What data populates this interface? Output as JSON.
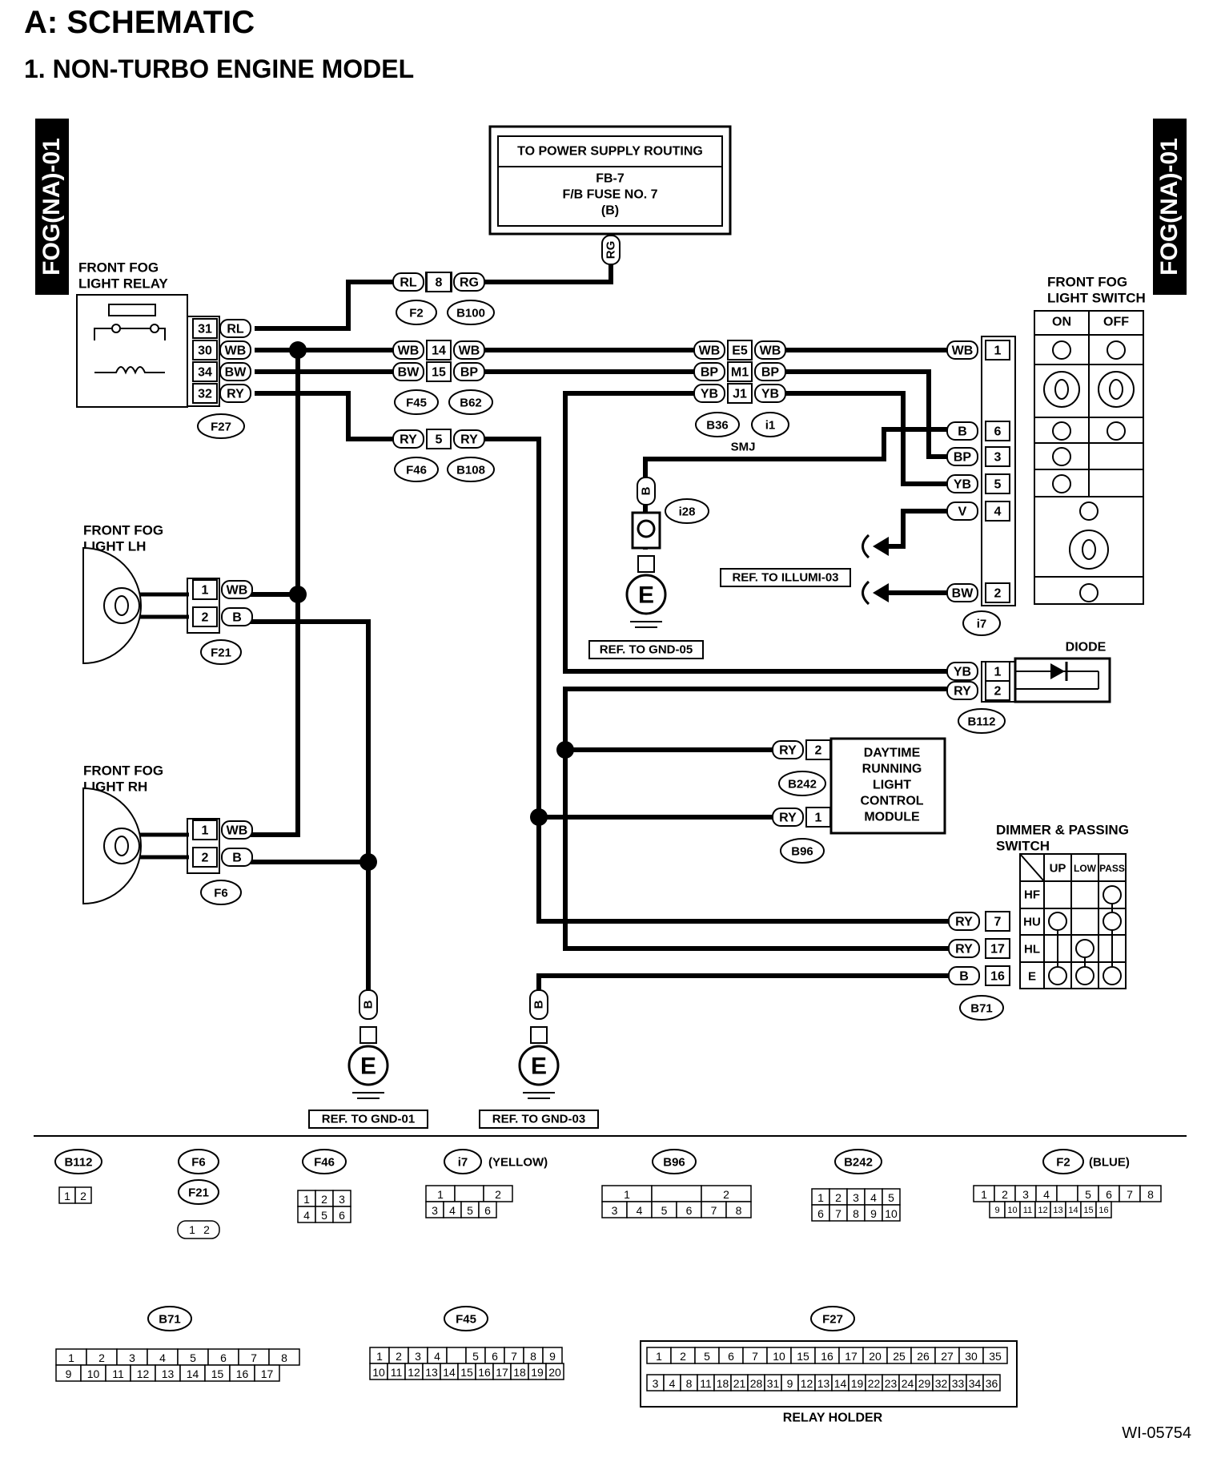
{
  "title": "A:  SCHEMATIC",
  "subtitle": "1.  NON-TURBO ENGINE MODEL",
  "page_tag": "FOG(NA)-01",
  "figure_code": "WI-05754",
  "power_box": {
    "heading": "TO POWER SUPPLY ROUTING",
    "line1": "FB-7",
    "line2": "F/B FUSE NO. 7",
    "line3": "(B)",
    "wire": "RG"
  },
  "components": {
    "relay": [
      "FRONT FOG",
      "LIGHT RELAY"
    ],
    "switch": [
      "FRONT FOG",
      "LIGHT SWITCH"
    ],
    "switch_cols": [
      "ON",
      "OFF"
    ],
    "lamp_lh": [
      "FRONT FOG",
      "LIGHT LH"
    ],
    "lamp_rh": [
      "FRONT FOG",
      "LIGHT RH"
    ],
    "diode": "DIODE",
    "drl": [
      "DAYTIME",
      "RUNNING",
      "LIGHT",
      "CONTROL",
      "MODULE"
    ],
    "dimmer": [
      "DIMMER & PASSING",
      "SWITCH"
    ],
    "dimmer_cols": [
      "UP",
      "LOW",
      "PASS"
    ],
    "dimmer_rows": [
      "HF",
      "HU",
      "HL",
      "E"
    ],
    "smj": "SMJ",
    "relay_holder": "RELAY HOLDER"
  },
  "refs": {
    "illumi": "REF. TO ILLUMI-03",
    "gnd05": "REF. TO GND-05",
    "gnd01": "REF. TO GND-01",
    "gnd03": "REF. TO GND-03",
    "ground_symbol": "E"
  },
  "relay_pins": [
    {
      "pin": "31",
      "wire": "RL"
    },
    {
      "pin": "30",
      "wire": "WB"
    },
    {
      "pin": "34",
      "wire": "BW"
    },
    {
      "pin": "32",
      "wire": "RY"
    }
  ],
  "connector_ids": {
    "F27": "F27",
    "F2": "F2",
    "B100": "B100",
    "F45": "F45",
    "B62": "B62",
    "F46": "F46",
    "B108": "B108",
    "B36": "B36",
    "i1": "i1",
    "i28": "i28",
    "i7": "i7",
    "F21": "F21",
    "F6": "F6",
    "B112": "B112",
    "B242": "B242",
    "B96": "B96",
    "B71": "B71"
  },
  "splices": [
    {
      "left": "RL",
      "pin": "8",
      "right": "RG"
    },
    {
      "left": "WB",
      "pin": "14",
      "right": "WB"
    },
    {
      "left": "BW",
      "pin": "15",
      "right": "BP"
    },
    {
      "left": "RY",
      "pin": "5",
      "right": "RY"
    },
    {
      "left": "WB",
      "pin": "E5",
      "right": "WB"
    },
    {
      "left": "BP",
      "pin": "M1",
      "right": "BP"
    },
    {
      "left": "YB",
      "pin": "J1",
      "right": "YB"
    }
  ],
  "switch_pins": [
    {
      "wire": "WB",
      "pin": "1"
    },
    {
      "wire": "B",
      "pin": "6"
    },
    {
      "wire": "BP",
      "pin": "3"
    },
    {
      "wire": "YB",
      "pin": "5"
    },
    {
      "wire": "V",
      "pin": "4"
    },
    {
      "wire": "BW",
      "pin": "2"
    }
  ],
  "lamp_lh_pins": [
    {
      "pin": "1",
      "wire": "WB"
    },
    {
      "pin": "2",
      "wire": "B"
    }
  ],
  "lamp_rh_pins": [
    {
      "pin": "1",
      "wire": "WB"
    },
    {
      "pin": "2",
      "wire": "B"
    }
  ],
  "diode_pins": [
    {
      "wire": "YB",
      "pin": "1"
    },
    {
      "wire": "RY",
      "pin": "2"
    }
  ],
  "drl_pins": [
    {
      "wire": "RY",
      "pin": "2"
    },
    {
      "wire": "RY",
      "pin": "1"
    }
  ],
  "dimmer_pins": [
    {
      "wire": "RY",
      "pin": "7"
    },
    {
      "wire": "RY",
      "pin": "17"
    },
    {
      "wire": "B",
      "pin": "16"
    }
  ],
  "ground_wire": "B",
  "legend": {
    "F2_note": "(BLUE)",
    "i7_note": "(YELLOW)",
    "B112": [
      [
        "1",
        "2"
      ]
    ],
    "F6F21": [
      [
        "1",
        "2"
      ]
    ],
    "F46": [
      [
        "1",
        "2",
        "3"
      ],
      [
        "4",
        "5",
        "6"
      ]
    ],
    "i7": [
      [
        "1",
        "",
        "2"
      ],
      [
        "3",
        "4",
        "5",
        "6"
      ]
    ],
    "B96": [
      [
        "1",
        "",
        "2"
      ],
      [
        "3",
        "4",
        "5",
        "6",
        "7",
        "8"
      ]
    ],
    "B242": [
      [
        "1",
        "2",
        "3",
        "4",
        "5"
      ],
      [
        "6",
        "7",
        "8",
        "9",
        "10"
      ]
    ],
    "F2": [
      [
        "1",
        "2",
        "3",
        "4",
        "",
        "5",
        "6",
        "7",
        "8"
      ],
      [
        "9",
        "10",
        "11",
        "12",
        "13",
        "14",
        "15",
        "16"
      ]
    ],
    "B71": [
      [
        "1",
        "2",
        "3",
        "4",
        "5",
        "6",
        "7",
        "8"
      ],
      [
        "9",
        "10",
        "11",
        "12",
        "13",
        "14",
        "15",
        "16",
        "17"
      ]
    ],
    "F45": [
      [
        "1",
        "2",
        "3",
        "4",
        "",
        "5",
        "6",
        "7",
        "8",
        "9"
      ],
      [
        "10",
        "11",
        "12",
        "13",
        "14",
        "15",
        "16",
        "17",
        "18",
        "19",
        "20"
      ]
    ],
    "F27": [
      [
        "1",
        "2",
        "5",
        "6",
        "7",
        "10",
        "15",
        "16",
        "17",
        "20",
        "25",
        "26",
        "27",
        "30",
        "35"
      ],
      [
        "3",
        "4",
        "8",
        "11",
        "18",
        "21",
        "28",
        "31",
        "9",
        "12",
        "13",
        "14",
        "19",
        "22",
        "23",
        "24",
        "29",
        "32",
        "33",
        "34",
        "36"
      ]
    ]
  }
}
